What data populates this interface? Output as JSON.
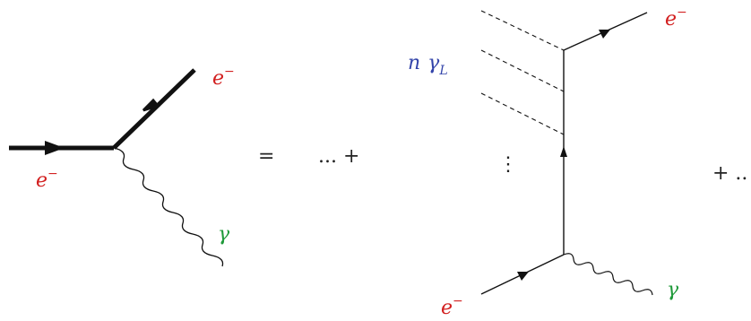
{
  "colors": {
    "electron": "#d21f1f",
    "photon": "#1f9a3a",
    "laser": "#3344aa",
    "line": "#111111",
    "operator": "#222222"
  },
  "left_diagram": {
    "electron_in_label": "e",
    "electron_in_charge": "−",
    "electron_out_label": "e",
    "electron_out_charge": "−",
    "photon_label": "γ"
  },
  "equals": "=",
  "series_left": "... +",
  "right_diagram": {
    "laser_prefix": "n",
    "laser_symbol": "γ",
    "laser_subscript": "L",
    "vertical_dots": "⋮",
    "electron_in_label": "e",
    "electron_in_charge": "−",
    "electron_out_label": "e",
    "electron_out_charge": "−",
    "photon_label": "γ"
  },
  "series_right": "+ .."
}
